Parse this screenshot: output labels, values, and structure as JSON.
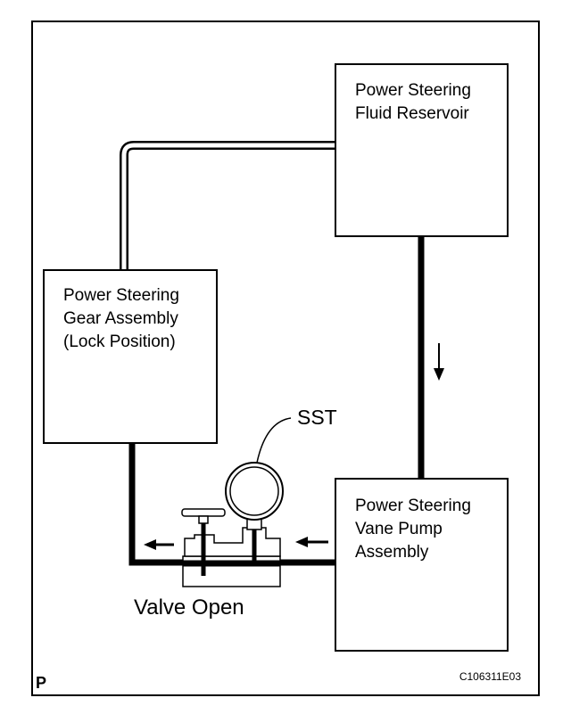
{
  "figure": {
    "corner_mark": "P",
    "figure_code": "C106311E03"
  },
  "components": {
    "reservoir": {
      "line1": "Power Steering",
      "line2": "Fluid Reservoir"
    },
    "gear_assembly": {
      "line1": "Power Steering",
      "line2": "Gear Assembly",
      "line3": "(Lock Position)"
    },
    "vane_pump": {
      "line1": "Power Steering",
      "line2": "Vane Pump",
      "line3": "Assembly"
    }
  },
  "tool": {
    "sst_label": "SST",
    "valve_label": "Valve Open"
  }
}
